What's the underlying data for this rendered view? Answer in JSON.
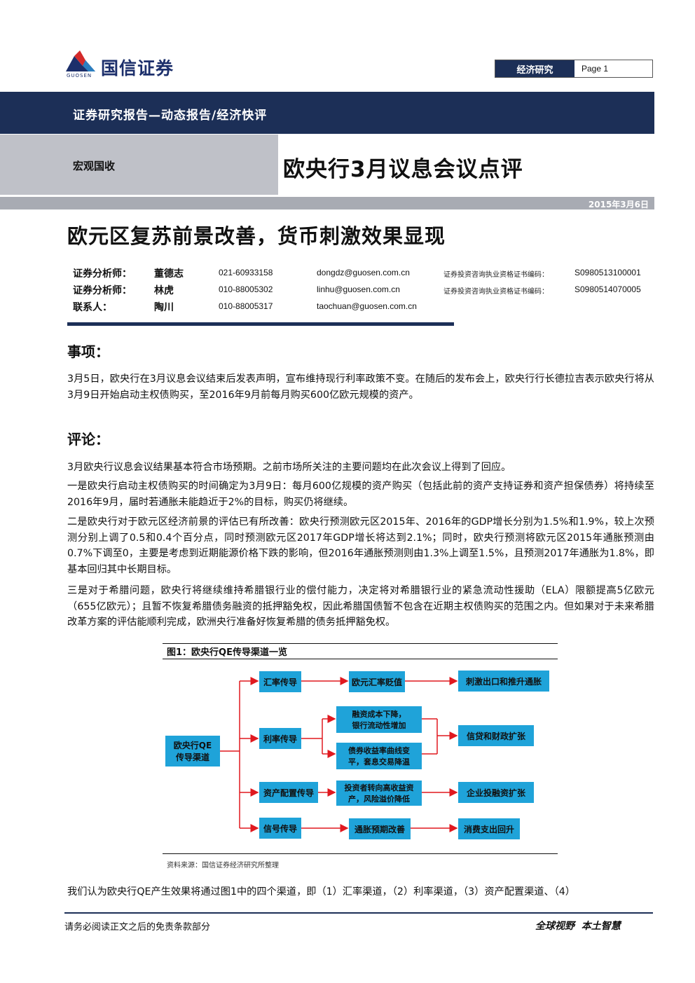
{
  "header": {
    "logo_text": "国信证券",
    "logo_sub": "GUOSEN",
    "category": "经济研究",
    "page_label": "Page 1",
    "report_type": "证券研究报告—动态报告/经济快评",
    "sector": "宏观国收",
    "title": "欧央行3月议息会议点评",
    "date": "2015年3月6日",
    "colors": {
      "navy": "#1c2f57",
      "grey": "#bfc1c8",
      "box_blue": "#1fa3d9",
      "arrow_red": "#e0191f"
    }
  },
  "headline": "欧元区复苏前景改善，货币刺激效果显现",
  "analysts": [
    {
      "role": "证券分析师：",
      "name": "董德志",
      "phone": "021-60933158",
      "email": "dongdz@guosen.com.cn",
      "cert_label": "证券投资咨询执业资格证书编码：",
      "cert": "S0980513100001"
    },
    {
      "role": "证券分析师：",
      "name": "林虎",
      "phone": "010-88005302",
      "email": "linhu@guosen.com.cn",
      "cert_label": "证券投资咨询执业资格证书编码：",
      "cert": "S0980514070005"
    },
    {
      "role": "联系人：",
      "name": "陶川",
      "phone": "010-88005317",
      "email": "taochuan@guosen.com.cn",
      "cert_label": "",
      "cert": ""
    }
  ],
  "sections": {
    "event_heading": "事项：",
    "event_text": "3月5日，欧央行在3月议息会议结束后发表声明，宣布维持现行利率政策不变。在随后的发布会上，欧央行行长德拉吉表示欧央行将从3月9日开始启动主权债购买，至2016年9月前每月购买600亿欧元规模的资产。",
    "comment_heading": "评论：",
    "comment_paras": [
      "3月欧央行议息会议结果基本符合市场预期。之前市场所关注的主要问题均在此次会议上得到了回应。",
      "一是欧央行启动主权债购买的时间确定为3月9日：每月600亿规模的资产购买（包括此前的资产支持证券和资产担保债券）将持续至2016年9月，届时若通胀未能趋近于2%的目标，购买仍将继续。",
      "二是欧央行对于欧元区经济前景的评估已有所改善：欧央行预测欧元区2015年、2016年的GDP增长分别为1.5%和1.9%，较上次预测分别上调了0.5和0.4个百分点，同时预测欧元区2017年GDP增长将达到2.1%；同时，欧央行预测将欧元区2015年通胀预测由0.7%下调至0，主要是考虑到近期能源价格下跌的影响，但2016年通胀预测则由1.3%上调至1.5%，且预测2017年通胀为1.8%，即基本回归其中长期目标。",
      "三是对于希腊问题，欧央行将继续维持希腊银行业的偿付能力，决定将对希腊银行业的紧急流动性援助（ELA）限额提高5亿欧元（655亿欧元）；且暂不恢复希腊债务融资的抵押豁免权，因此希腊国债暂不包含在近期主权债购买的范围之内。但如果对于未来希腊改革方案的评估能顺利完成，欧洲央行准备好恢复希腊的债务抵押豁免权。"
    ],
    "last_para": "我们认为欧央行QE产生效果将通过图1中的四个渠道，即（1）汇率渠道，（2）利率渠道，（3）资产配置渠道、（4）"
  },
  "figure": {
    "title": "图1：欧央行QE传导渠道一览",
    "source": "资料来源：国信证券经济研究所整理",
    "root": [
      "欧央行QE",
      "传导渠道"
    ],
    "channels": [
      "汇率传导",
      "利率传导",
      "资产配置传导",
      "信号传导"
    ],
    "middle": [
      [
        "欧元汇率贬值"
      ],
      [
        "融资成本下降，",
        "银行流动性增加"
      ],
      [
        "债券收益率曲线变",
        "平，套息交易降温"
      ],
      [
        "投资者转向高收益资",
        "产，风险溢价降低"
      ],
      [
        "通胀预期改善"
      ]
    ],
    "outcomes": [
      "刺激出口和推升通胀",
      "信贷和财政扩张",
      "企业投融资扩张",
      "消费支出回升"
    ]
  },
  "footer": {
    "disclaimer": "请务必阅读正文之后的免责条款部分",
    "slogan": "全球视野  本土智慧"
  }
}
